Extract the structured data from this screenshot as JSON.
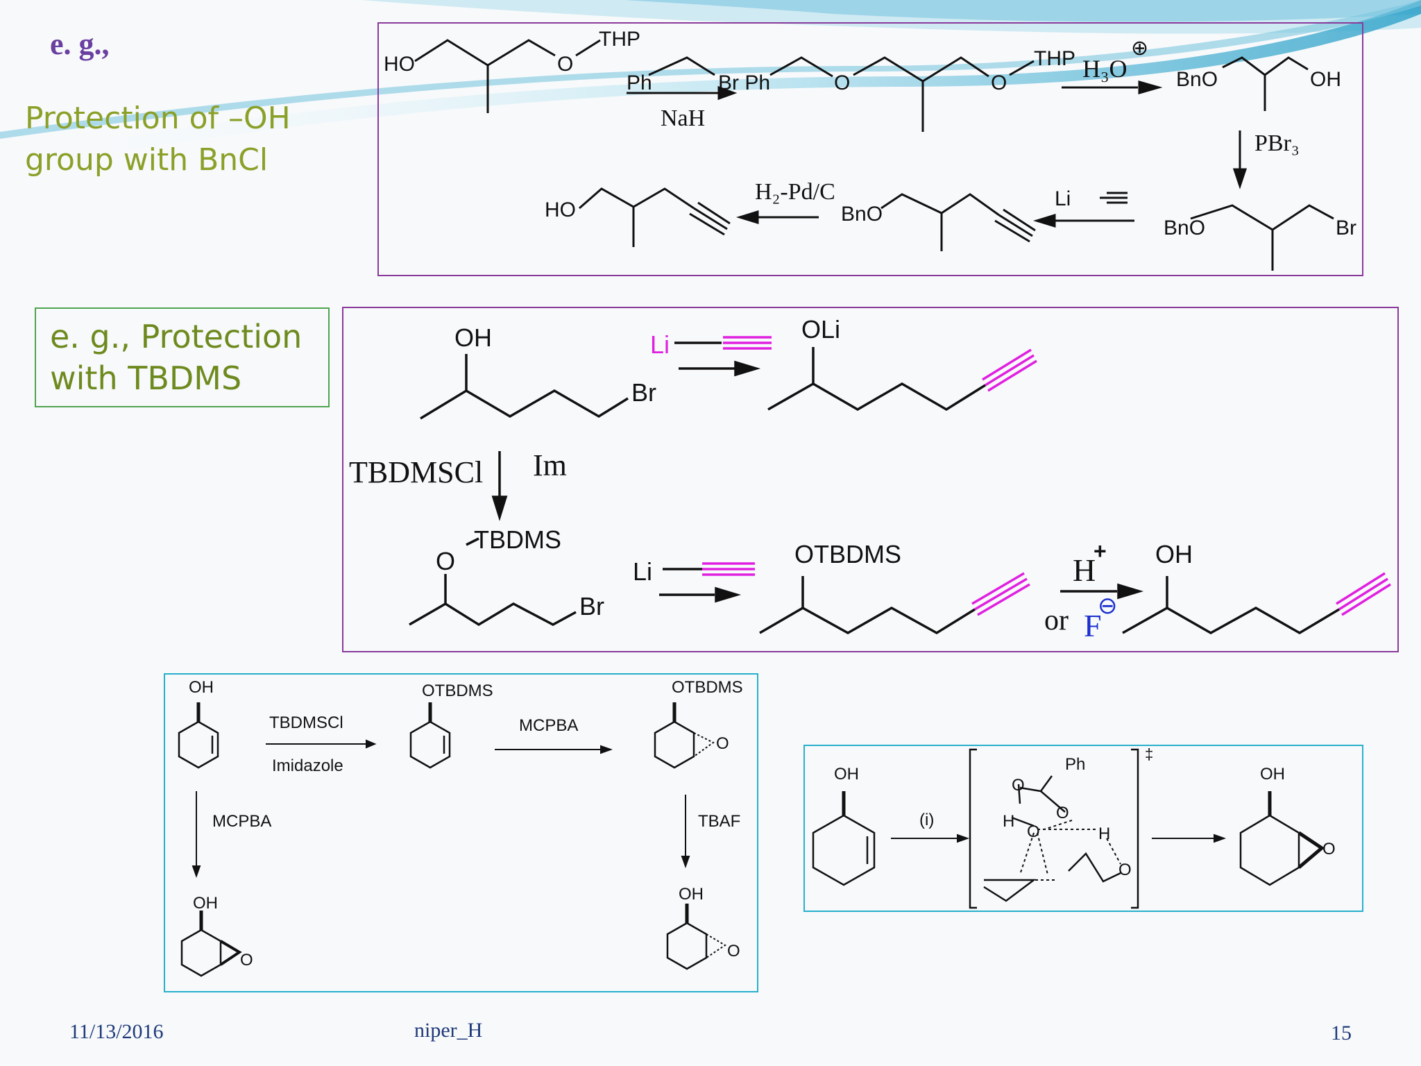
{
  "slide": {
    "heading": "e. g.,",
    "bn_caption": [
      "Protection of –OH",
      "group with BnCl"
    ],
    "tbdms_caption": [
      "e. g., Protection",
      "with TBDMS"
    ],
    "footer": {
      "date": "11/13/2016",
      "author": "niper_H",
      "page": "15"
    }
  },
  "scheme1": {
    "HO": "HO",
    "O1": "O",
    "THP1": "THP",
    "Ph1": "Ph",
    "BrPh": "Br Ph",
    "O2": "O",
    "O3": "O",
    "THP2": "THP",
    "NaH": "NaH",
    "H3O": "H₃O",
    "plus": "⊕",
    "BnO1": "BnO",
    "OH1": "OH",
    "PBr3": "PBr₃",
    "BnO2": "BnO",
    "Br": "Br",
    "Li": "Li",
    "BnO3": "BnO",
    "H2PdC": "H₂-Pd/C",
    "HO2": "HO"
  },
  "scheme2": {
    "OH_a": "OH",
    "Br_a": "Br",
    "Li_a": "Li",
    "OLi": "OLi",
    "TBDMSCl": "TBDMSCl",
    "Im": "Im",
    "O_b": "O",
    "TBDMS_b": "TBDMS",
    "Br_b": "Br",
    "Li_b": "Li",
    "OTBDMS": "OTBDMS",
    "Hplus": "H",
    "plus_sup": "+",
    "or": "or",
    "F": "F",
    "minus": "⊖",
    "OH_c": "OH"
  },
  "scheme3": {
    "OH1": "OH",
    "TBDMSCl": "TBDMSCl",
    "Imidazole": "Imidazole",
    "OTBDMS1": "OTBDMS",
    "MCPBA1": "MCPBA",
    "OTBDMS2": "OTBDMS",
    "O_ep1": "O",
    "MCPBA2": "MCPBA",
    "TBAF": "TBAF",
    "OH2": "OH",
    "O_ep2": "O",
    "OH3": "OH",
    "O_ep3": "O"
  },
  "scheme4": {
    "OH1": "OH",
    "cond": "(i)",
    "Ph": "Ph",
    "dagger": "‡",
    "O_a": "O",
    "O_b": "O",
    "H_a": "H",
    "O_c": "O",
    "H_b": "H",
    "O_d": "O",
    "OH2": "OH",
    "O_ep": "O"
  },
  "colors": {
    "frame_purple": "#8a3a9a",
    "frame_teal": "#27b0cc",
    "frame_green": "#4fa44f",
    "alkyne_magenta": "#e020e0",
    "fluoride_blue": "#1b2fd0"
  }
}
